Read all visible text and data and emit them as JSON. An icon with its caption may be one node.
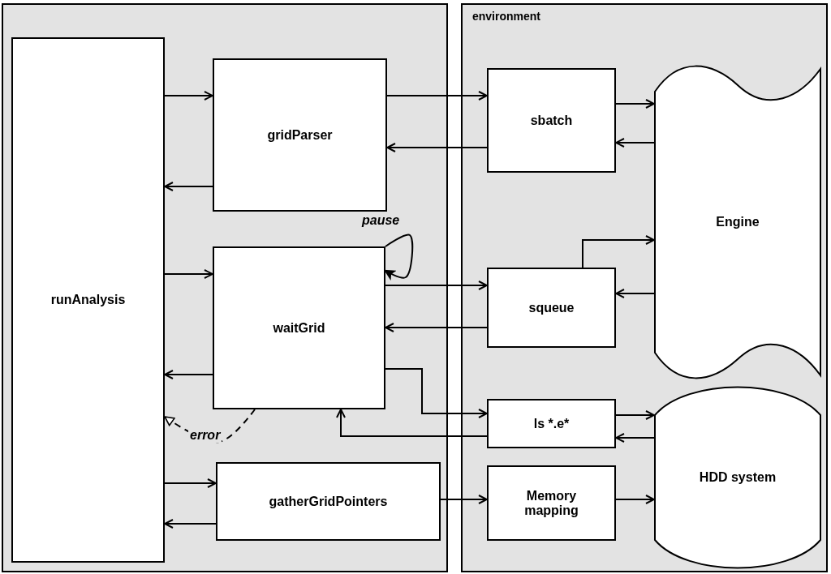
{
  "diagram": {
    "nodes": [
      {
        "text": [],
        "shape": "box"
      },
      {
        "text": [
          "environment"
        ]
      },
      {
        "text": [
          "runAnalysis"
        ],
        "in": 0
      },
      {
        "text": [
          "gridParser"
        ],
        "in": 0
      },
      {
        "text": [
          "waitGrid"
        ],
        "in": 0
      },
      {
        "text": [
          "gatherGridPointers"
        ],
        "in": 0
      },
      {
        "text": [
          "sbatch"
        ],
        "in": 1
      },
      {
        "text": [
          "squeue"
        ],
        "in": 1
      },
      {
        "text": [
          "ls *.e*"
        ],
        "in": 1
      },
      {
        "text": [
          "Memory mapping"
        ],
        "in": 1
      },
      {
        "text": [
          "Engine"
        ],
        "in": 1
      },
      {
        "text": [
          "HDD system"
        ],
        "in": 1
      }
    ],
    "edges": [
      {
        "from": 2,
        "to": 3,
        "arrow": "to"
      },
      {
        "from": 3,
        "to": 2,
        "arrow": "to"
      },
      {
        "from": 2,
        "to": 4,
        "arrow": "to"
      },
      {
        "from": 4,
        "to": 2,
        "arrow": "to"
      },
      {
        "from": 4,
        "to": 2,
        "arrow": "to",
        "style": "dashed",
        "label": "error"
      },
      {
        "from": 2,
        "to": 5,
        "arrow": "to"
      },
      {
        "from": 5,
        "to": 2,
        "arrow": "to"
      },
      {
        "from": 3,
        "to": 6,
        "arrow": "to"
      },
      {
        "from": 6,
        "to": 3,
        "arrow": "to"
      },
      {
        "from": 6,
        "to": 10,
        "arrow": "to"
      },
      {
        "from": 10,
        "to": 6,
        "arrow": "to"
      },
      {
        "from": 4,
        "to": 4,
        "arrow": "to",
        "label": "pause"
      },
      {
        "from": 4,
        "to": 7,
        "arrow": "to"
      },
      {
        "from": 7,
        "to": 4,
        "arrow": "to"
      },
      {
        "from": 7,
        "to": 10,
        "arrow": "to"
      },
      {
        "from": 10,
        "to": 7,
        "arrow": "to"
      },
      {
        "from": 4,
        "to": 8,
        "arrow": "to"
      },
      {
        "from": 8,
        "to": 4,
        "arrow": "to"
      },
      {
        "from": 8,
        "to": 11,
        "arrow": "to"
      },
      {
        "from": 11,
        "to": 8,
        "arrow": "to"
      },
      {
        "from": 5,
        "to": 9,
        "arrow": "to"
      },
      {
        "from": 9,
        "to": 11,
        "arrow": "to"
      }
    ]
  }
}
